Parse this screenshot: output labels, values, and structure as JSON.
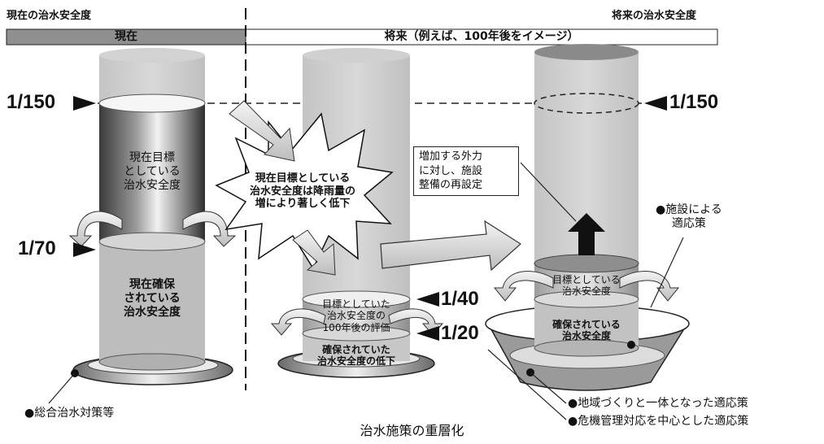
{
  "header": {
    "current_level_title": "現在の治水安全度",
    "future_level_title": "将来の治水安全度",
    "band_current": "現在",
    "band_future": "将来（例えば、100年後をイメージ）"
  },
  "levels": {
    "left_top": "1/150",
    "left_mid": "1/70",
    "right_top": "1/150",
    "mid_upper": "1/40",
    "mid_lower": "1/20"
  },
  "current_column": {
    "target_text": "現在目標\nとしている\n治水安全度",
    "secured_text": "現在確保\nされている\n治水安全度"
  },
  "burst_text": "現在目標としている\n治水安全度は降雨量の\n増により著しく低下",
  "middle_column": {
    "upper_text": "目標としていた\n治水安全度の\n100年後の評価",
    "lower_text": "確保されていた\n治水安全度の低下"
  },
  "right_column": {
    "callout_text": "増加する外力\nに対し、施設\n整備の再設定",
    "facility_note": "●施設による\n適応策",
    "upper_text": "目標としている\n治水安全度",
    "lower_text": "確保されている\n治水安全度"
  },
  "notes": {
    "left_dish": "●総合治水対策等",
    "right_dish_1": "●地域づくりと一体となった適応策",
    "right_dish_2": "●危機管理対応を中心とした適応策"
  },
  "caption": "治水施策の重層化"
}
